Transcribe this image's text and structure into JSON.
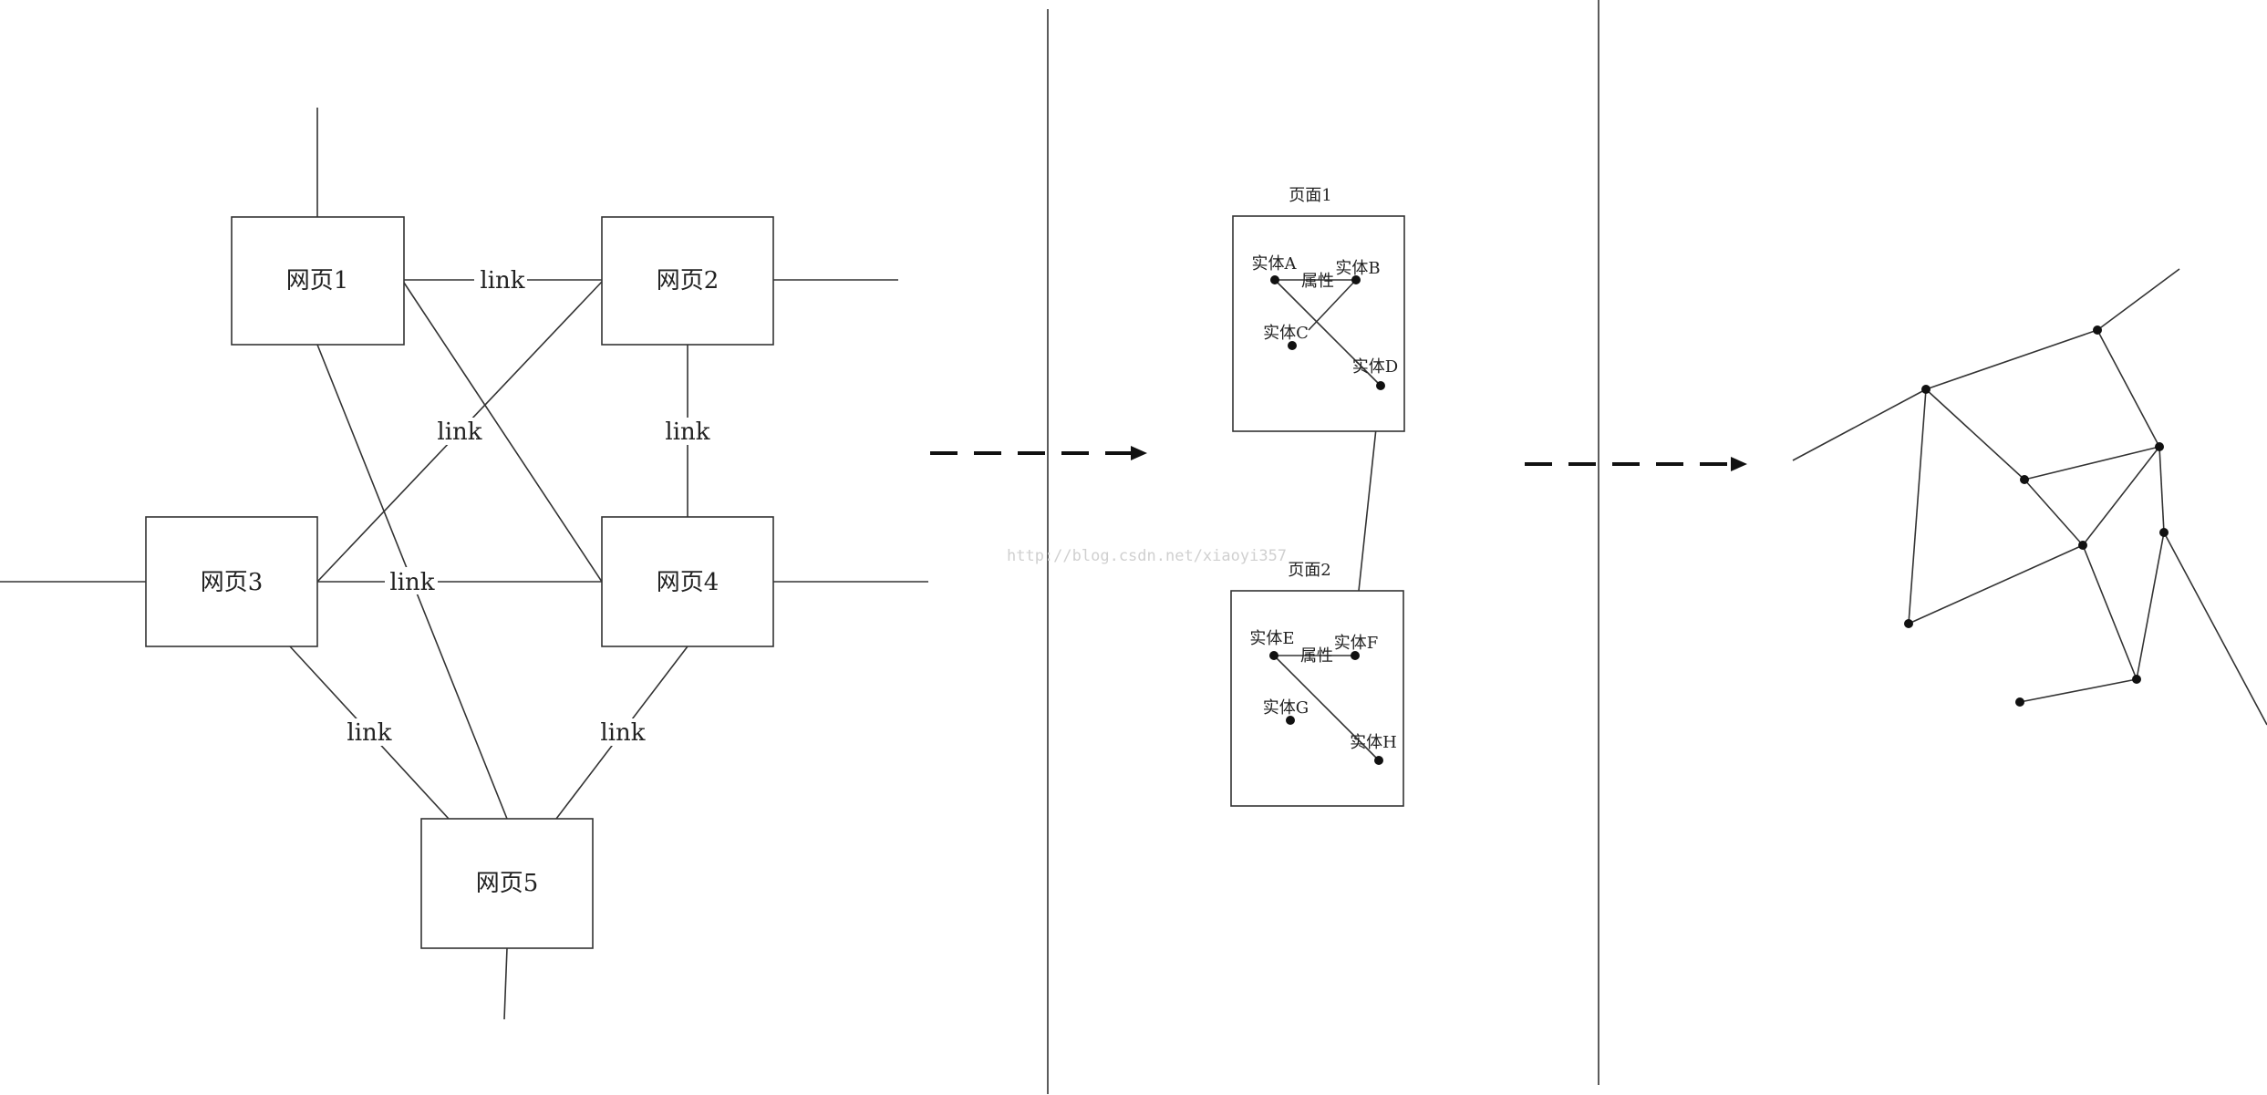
{
  "left_panel": {
    "pages": [
      {
        "id": "p1",
        "label": "网页1"
      },
      {
        "id": "p2",
        "label": "网页2"
      },
      {
        "id": "p3",
        "label": "网页3"
      },
      {
        "id": "p4",
        "label": "网页4"
      },
      {
        "id": "p5",
        "label": "网页5"
      }
    ],
    "link_label": "link"
  },
  "middle_panel": {
    "page1": {
      "title": "页面1",
      "entities": [
        "实体A",
        "实体B",
        "实体C",
        "实体D"
      ],
      "attribute": "属性"
    },
    "page2": {
      "title": "页面2",
      "entities": [
        "实体E",
        "实体F",
        "实体G",
        "实体H"
      ],
      "attribute": "属性"
    }
  },
  "watermark": "http://blog.csdn.net/xiaoyi357"
}
